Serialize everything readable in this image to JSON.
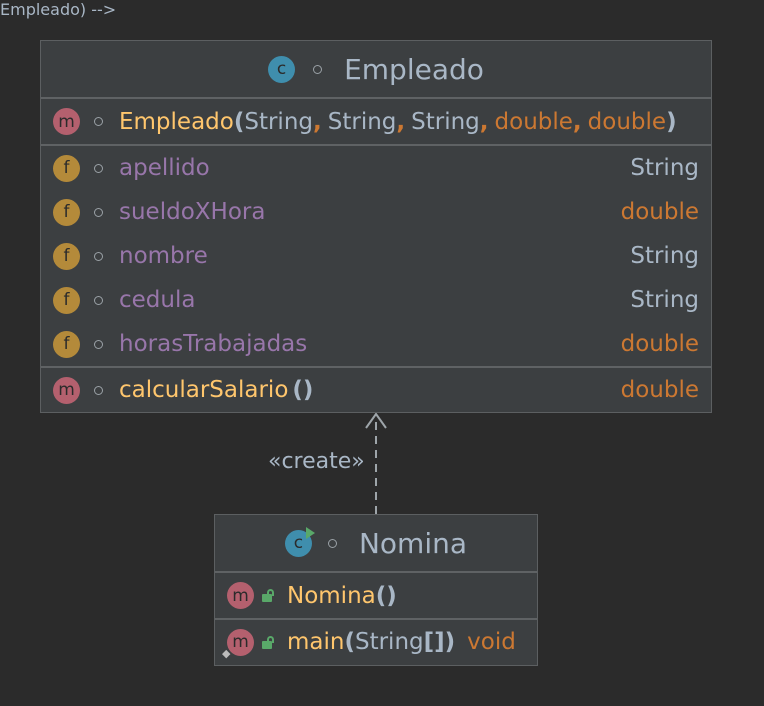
{
  "empleado": {
    "name": "Empleado",
    "icon": "class-icon",
    "constructor": {
      "name": "Empleado",
      "params": [
        "String",
        "String",
        "String",
        "double",
        "double"
      ]
    },
    "fields": [
      {
        "name": "apellido",
        "type": "String"
      },
      {
        "name": "sueldoXHora",
        "type": "double"
      },
      {
        "name": "nombre",
        "type": "String"
      },
      {
        "name": "cedula",
        "type": "String"
      },
      {
        "name": "horasTrabajadas",
        "type": "double"
      }
    ],
    "methods": [
      {
        "name": "calcularSalario",
        "params": "()",
        "type": "double"
      }
    ]
  },
  "nomina": {
    "name": "Nomina",
    "icon": "runnable-class-icon",
    "methods": [
      {
        "name": "Nomina",
        "params": "()"
      },
      {
        "name": "main",
        "param_type": "String",
        "param_suffix": "[]",
        "type": "void"
      }
    ]
  },
  "relation": {
    "label": "«create»",
    "from": "Nomina",
    "to": "Empleado",
    "style": "dashed-open-arrow"
  },
  "icons": {
    "class_letter": "c",
    "method_letter": "m",
    "field_letter": "f"
  },
  "colors": {
    "background": "#2b2b2b",
    "box": "#3c3f41",
    "field_name": "#9876aa",
    "method_name": "#ffc66d",
    "keyword": "#cc7832",
    "text": "#a9b7c6",
    "class_icon": "#3f8ead",
    "method_icon": "#b4606e",
    "field_icon": "#b48a3a",
    "public_lock": "#59a869"
  }
}
